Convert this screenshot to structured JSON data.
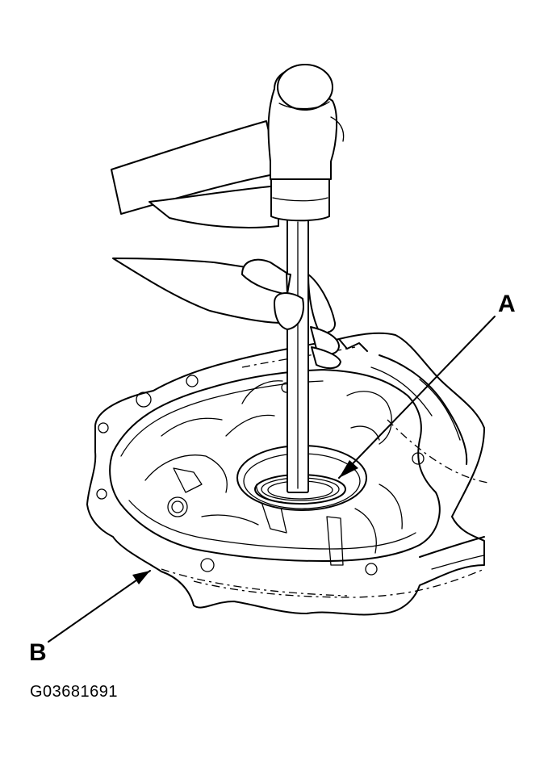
{
  "callouts": {
    "a": "A",
    "b": "B"
  },
  "figure_code": "G03681691",
  "parts": {
    "a": "seal-icon",
    "b": "housing-icon",
    "tool": "hammer-icon"
  }
}
